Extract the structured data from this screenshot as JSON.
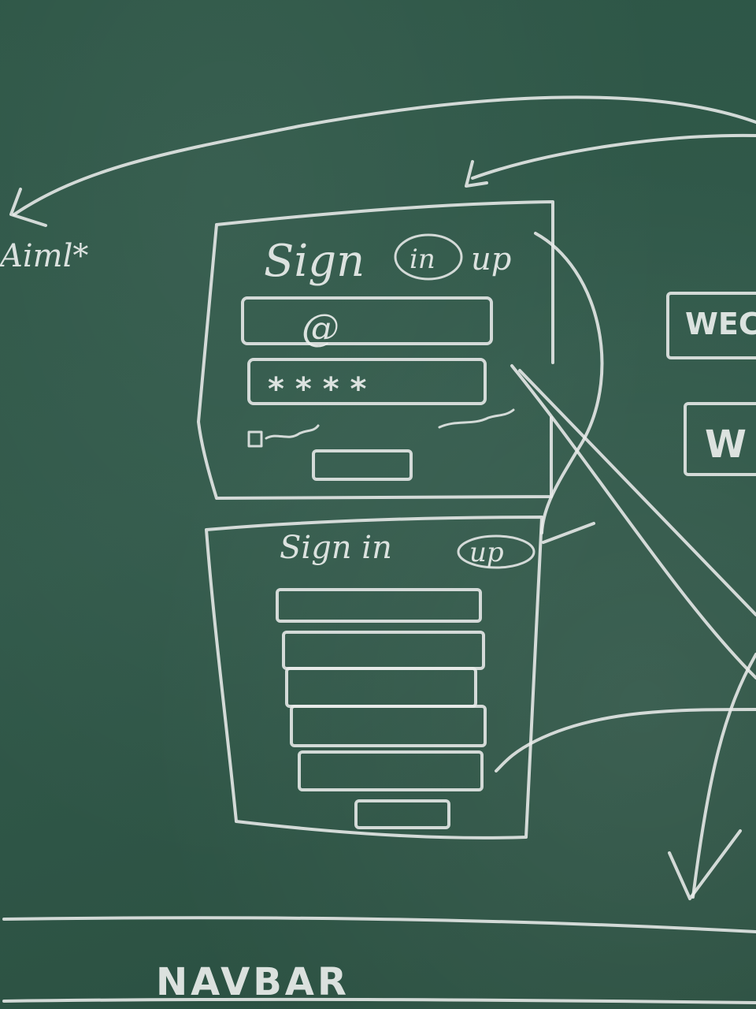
{
  "top_left_note": "Aiml*",
  "signin_form": {
    "title": "Sign",
    "toggle_in": "in",
    "toggle_up": "up",
    "email_symbol": "@",
    "password_mask": "* * * *"
  },
  "signup_form": {
    "title": "Sign in",
    "toggle_up": "up"
  },
  "right_boxes": [
    "WEC",
    "W"
  ],
  "bottom_label": "NAVBAR"
}
